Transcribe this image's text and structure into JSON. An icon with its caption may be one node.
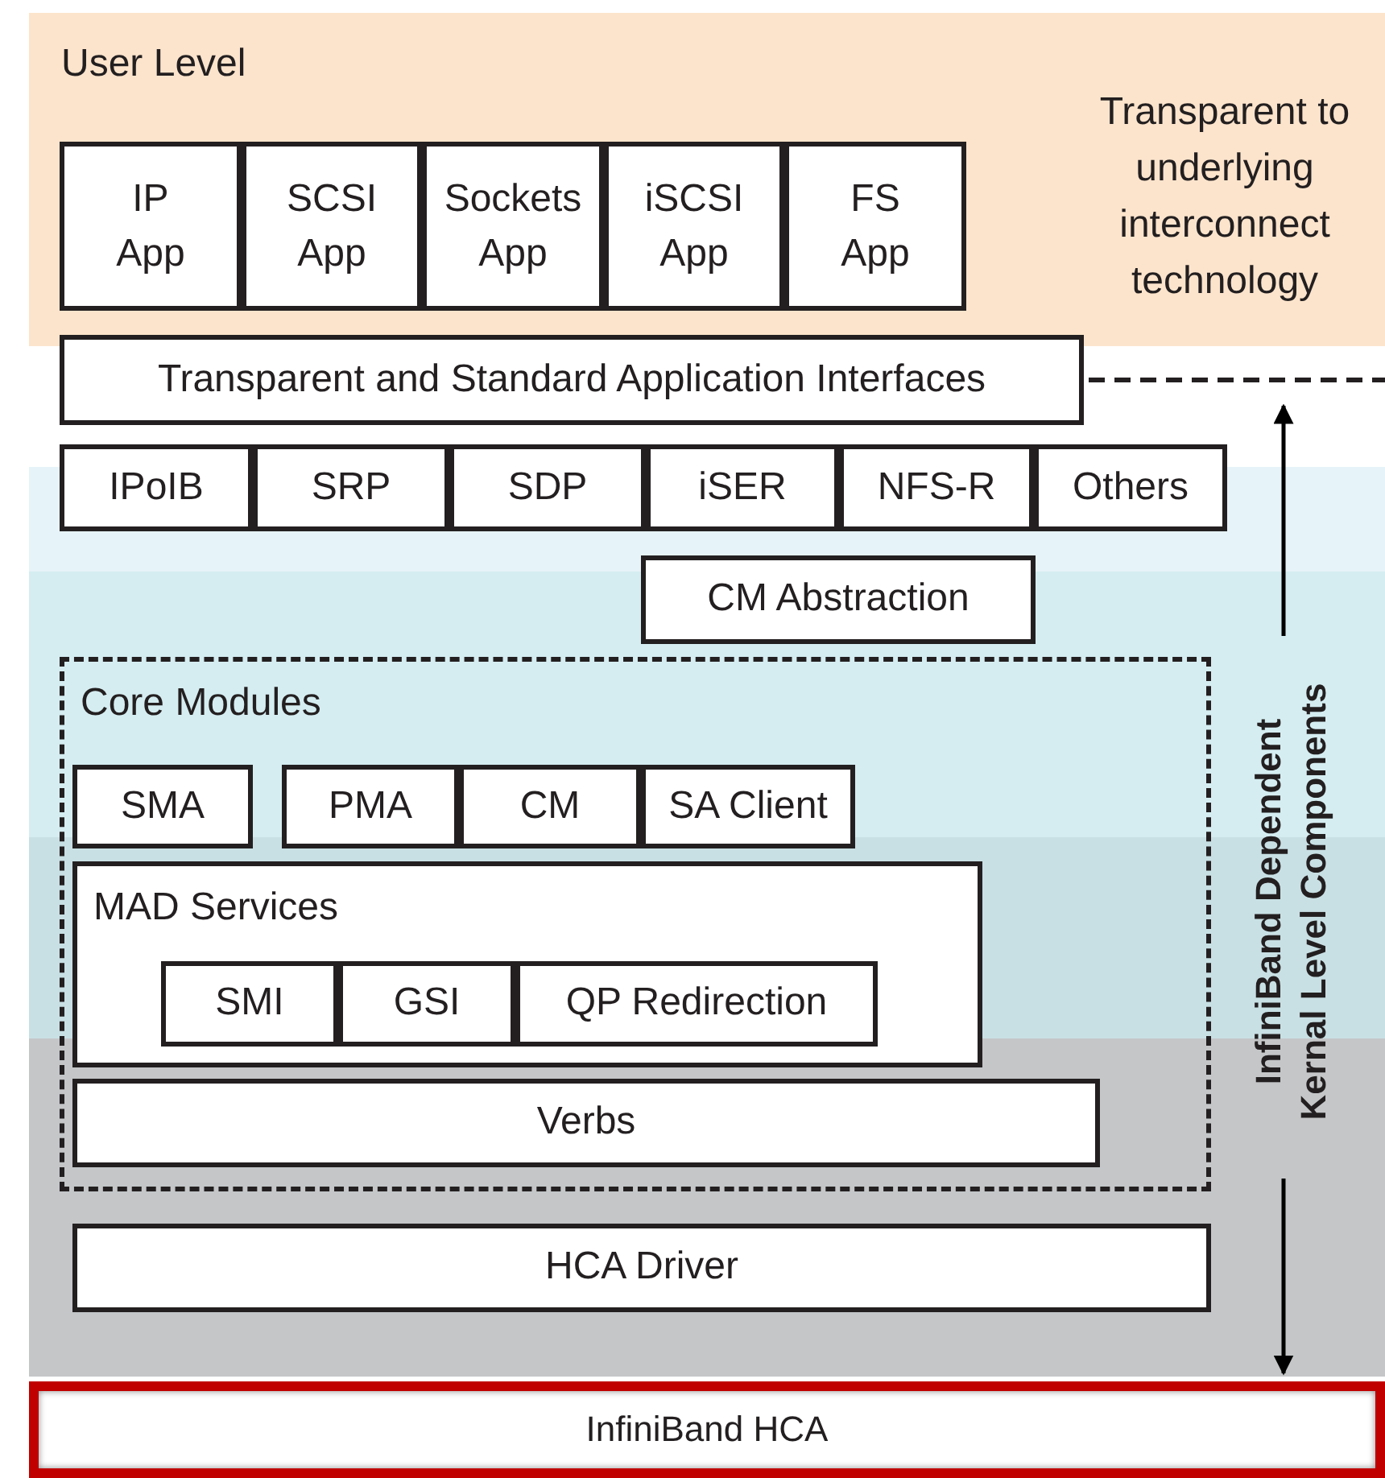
{
  "diagram": {
    "nodes": [
      {
        "text": [
          "User Level",
          "Transparent to underlying interconnect technology"
        ]
      },
      {
        "text": [
          "IP App"
        ],
        "in": 0
      },
      {
        "text": [
          "SCSI App"
        ],
        "in": 0
      },
      {
        "text": [
          "Sockets App"
        ],
        "in": 0
      },
      {
        "text": [
          "iSCSI App"
        ],
        "in": 0
      },
      {
        "text": [
          "FS App"
        ],
        "in": 0
      },
      {
        "text": [
          "Transparent and Standard Application Interfaces"
        ]
      },
      {
        "text": [
          "IPoIB"
        ]
      },
      {
        "text": [
          "SRP"
        ]
      },
      {
        "text": [
          "SDP"
        ]
      },
      {
        "text": [
          "iSER"
        ]
      },
      {
        "text": [
          "NFS-R"
        ]
      },
      {
        "text": [
          "Others"
        ]
      },
      {
        "text": [
          "CM Abstraction"
        ]
      },
      {
        "text": [
          "Core Modules"
        ]
      },
      {
        "text": [
          "SMA"
        ],
        "in": 14
      },
      {
        "text": [
          "PMA"
        ],
        "in": 14
      },
      {
        "text": [
          "CM"
        ],
        "in": 14
      },
      {
        "text": [
          "SA Client"
        ],
        "in": 14
      },
      {
        "text": [
          "MAD Services"
        ],
        "in": 14
      },
      {
        "text": [
          "SMI"
        ],
        "in": 19
      },
      {
        "text": [
          "GSI"
        ],
        "in": 19
      },
      {
        "text": [
          "QP Redirection"
        ],
        "in": 19
      },
      {
        "text": [
          "Verbs"
        ],
        "in": 14
      },
      {
        "text": [
          "HCA Driver"
        ]
      },
      {
        "text": [
          "InfiniBand HCA"
        ]
      }
    ],
    "labels": [
      "InfiniBand Dependent Kernal Level Components"
    ]
  }
}
